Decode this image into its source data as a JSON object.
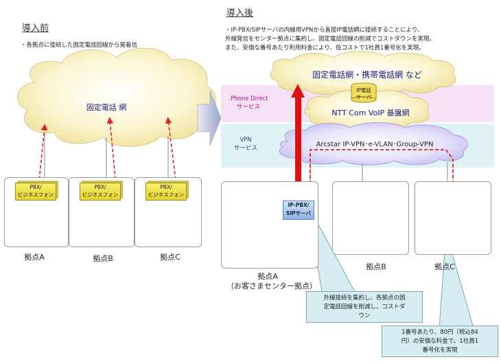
{
  "left": {
    "title": "導入前",
    "note": "・各拠点に接続した固定電話回線から発着信",
    "cloud_label": "固定電話 網",
    "pbx_label_1": "PBX/",
    "pbx_label_2": "ビジネスフォン",
    "sites": [
      "拠点A",
      "拠点B",
      "拠点C"
    ]
  },
  "right": {
    "title": "導入後",
    "note_lines": [
      "・IP-PBX/SIPサーバの内線用VPNから直接IP電話網に接続することにより、",
      "外線発信をセンター拠点に集約し、固定電話回線の削減でコストダウンを実現。",
      "また、安価な番号あたり利用料金により、低コストで1社員1番号化を実現。"
    ],
    "top_cloud": "固定電話網・携帯電話網 など",
    "phone_direct_1": ".Phone Direct",
    "phone_direct_2": "サービス",
    "ip_server_1": "IP電話",
    "ip_server_2": "サーバ",
    "voip_label": "NTT Com VoIP 基盤網",
    "vpn_1": "VPN",
    "vpn_2": "サービス",
    "vpn_cloud": "Arcstar IP-VPN･e-VLAN･Group-VPN",
    "ippbx_1": "IP-PBX/",
    "ippbx_2": "SIPサーバ",
    "site_a": "拠点A",
    "site_a_sub": "（お客さまセンター拠点）",
    "site_b": "拠点B",
    "site_c": "拠点C",
    "callout1": [
      "外線接続を集約し、各拠点の固",
      "定電話回線を削減し、コストダ",
      "ウン"
    ],
    "callout2": [
      "1番号あたり、80円（税込84",
      "円）の安価な料金で、1社員1",
      "番号化を実現"
    ]
  }
}
